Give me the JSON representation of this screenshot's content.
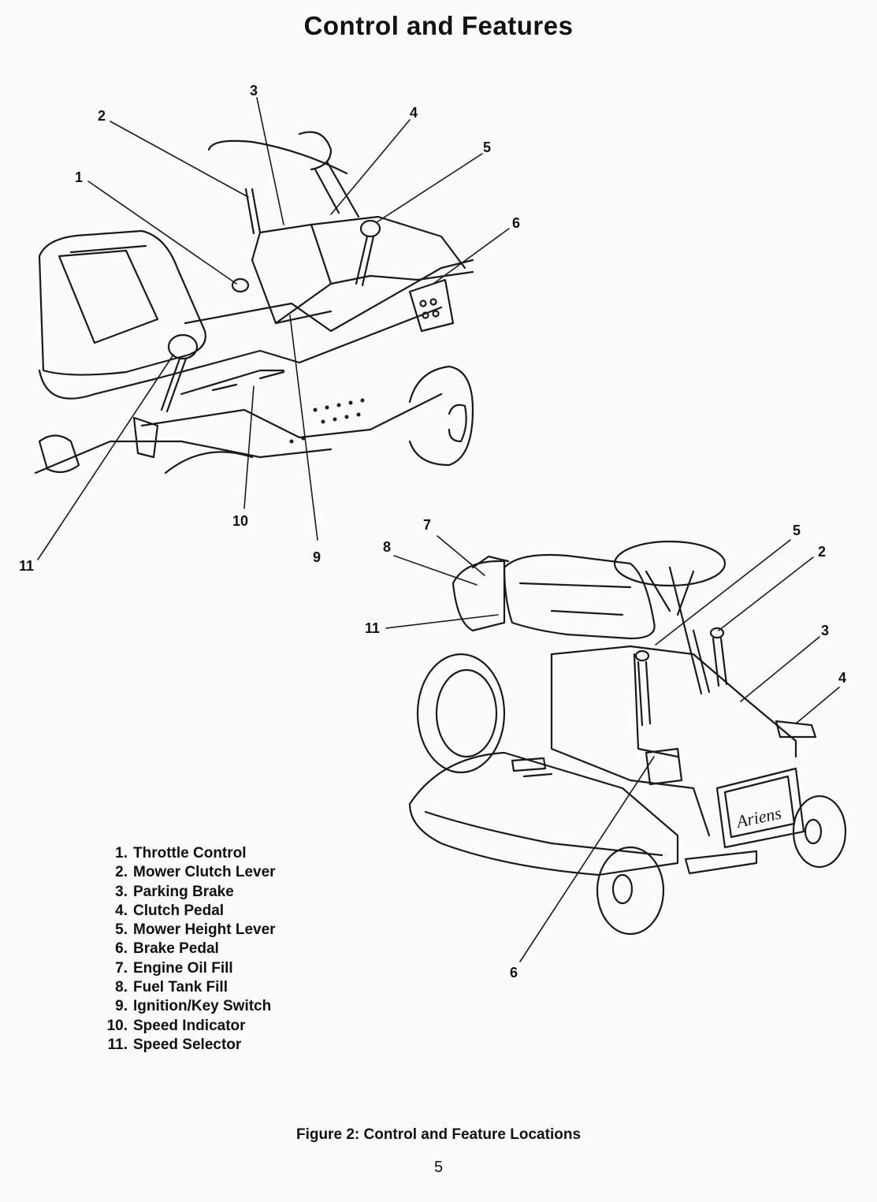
{
  "title": "Control and Features",
  "callouts_top": [
    "1",
    "2",
    "3",
    "4",
    "5",
    "6",
    "9",
    "10",
    "11"
  ],
  "callouts_bottom": [
    "2",
    "3",
    "4",
    "5",
    "6",
    "7",
    "8",
    "11"
  ],
  "legend": [
    {
      "num": "1.",
      "label": "Throttle Control"
    },
    {
      "num": "2.",
      "label": "Mower Clutch Lever"
    },
    {
      "num": "3.",
      "label": "Parking Brake"
    },
    {
      "num": "4.",
      "label": "Clutch Pedal"
    },
    {
      "num": "5.",
      "label": "Mower Height Lever"
    },
    {
      "num": "6.",
      "label": "Brake Pedal"
    },
    {
      "num": "7.",
      "label": "Engine Oil Fill"
    },
    {
      "num": "8.",
      "label": "Fuel Tank Fill"
    },
    {
      "num": "9.",
      "label": "Ignition/Key Switch"
    },
    {
      "num": "10.",
      "label": "Speed Indicator"
    },
    {
      "num": "11.",
      "label": "Speed Selector"
    }
  ],
  "badge_text": "Ariens",
  "caption": "Figure 2: Control and Feature Locations",
  "page_number": "5"
}
